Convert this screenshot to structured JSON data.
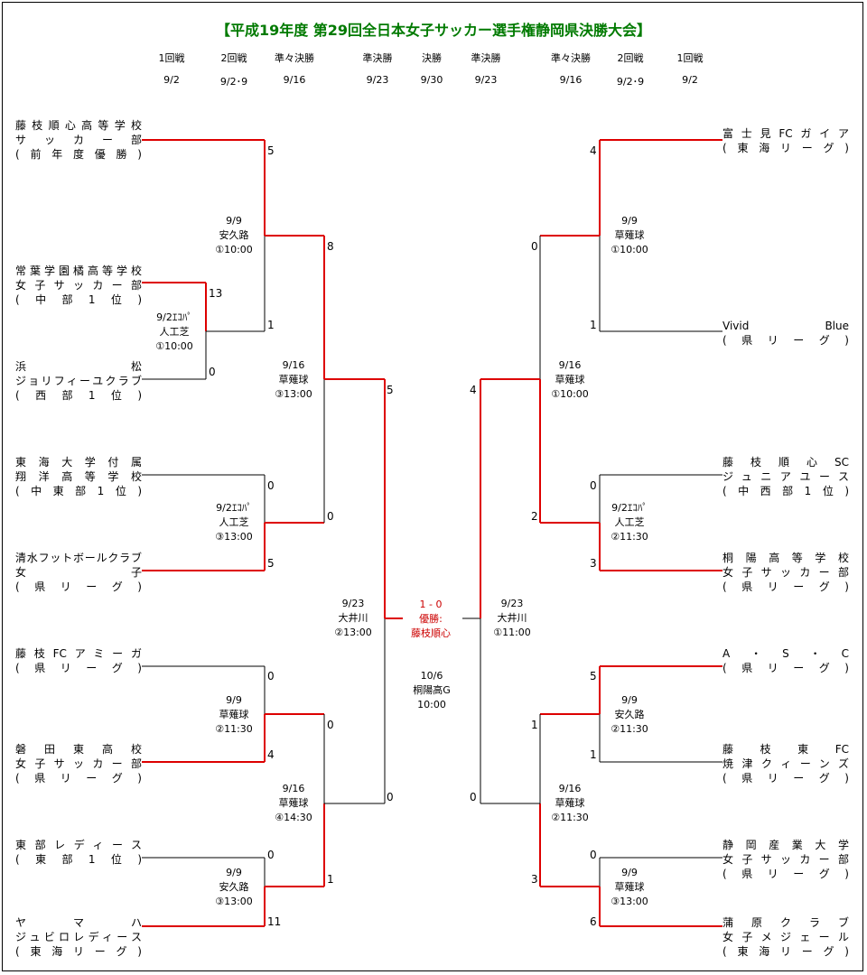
{
  "title": "【平成19年度 第29回全日本女子サッカー選手権静岡県決勝大会】",
  "colors": {
    "title": "#007a00",
    "winner_line": "#dd0000",
    "line": "#000000",
    "result": "#cc0000"
  },
  "rounds": [
    {
      "label": "1回戦",
      "date": "9/2"
    },
    {
      "label": "2回戦",
      "date": "9/2･9"
    },
    {
      "label": "準々決勝",
      "date": "9/16"
    },
    {
      "label": "準決勝",
      "date": "9/23"
    },
    {
      "label": "決勝",
      "date": "9/30"
    },
    {
      "label": "準決勝",
      "date": "9/23"
    },
    {
      "label": "準々決勝",
      "date": "9/16"
    },
    {
      "label": "2回戦",
      "date": "9/2･9"
    },
    {
      "label": "1回戦",
      "date": "9/2"
    }
  ],
  "teams_left": [
    [
      "藤枝順心高等学校",
      "サッカー部",
      "(前年度優勝)"
    ],
    [
      "常葉学園橘高等学校",
      "女子サッカー部",
      "(中部1位)"
    ],
    [
      "浜松",
      "ジョリフィーユクラブ",
      "(西部1位)"
    ],
    [
      "東海大学付属",
      "翔洋高等学校",
      "(中東部1位)"
    ],
    [
      "清水フットボールクラブ",
      "女子",
      "(県リーグ)"
    ],
    [
      "藤枝FCアミーガ",
      "(県リーグ)"
    ],
    [
      "磐田東高校",
      "女子サッカー部",
      "(県リーグ)"
    ],
    [
      "東部レディース",
      "(東部1位)"
    ],
    [
      "ヤマハ",
      "ジュビロレディース",
      "(東海リーグ)"
    ]
  ],
  "teams_right": [
    [
      "富士見FCガイア",
      "(東海リーグ)"
    ],
    [
      "Vivid Blue",
      "(県リーグ)"
    ],
    [
      "藤枝順心SC",
      "ジュニアユース",
      "(中西部1位)"
    ],
    [
      "桐陽高等学校",
      "女子サッカー部",
      "(県リーグ)"
    ],
    [
      "A・S・C",
      "(県リーグ)"
    ],
    [
      "藤枝東FC",
      "焼津クィーンズ",
      "(県リーグ)"
    ],
    [
      "静岡産業大学",
      "女子サッカー部",
      "(県リーグ)"
    ],
    [
      "蒲原クラブ",
      "女子メジェール",
      "(東海リーグ)"
    ]
  ],
  "scores_left": {
    "r1": [
      "13",
      "0"
    ],
    "r2": [
      "5",
      "1",
      "0",
      "5",
      "0",
      "4",
      "0",
      "11"
    ],
    "qf": [
      "8",
      "0",
      "0",
      "1"
    ],
    "sf": [
      "5",
      "0"
    ]
  },
  "scores_right": {
    "r2": [
      "4",
      "1",
      "0",
      "3",
      "5",
      "1",
      "0",
      "6"
    ],
    "qf": [
      "0",
      "2",
      "1",
      "3"
    ],
    "sf": [
      "4",
      "0"
    ]
  },
  "matches_left": [
    [
      "9/2ｴｺﾊﾟ",
      "人工芝",
      "①10:00"
    ],
    [
      "9/9",
      "安久路",
      "①10:00"
    ],
    [
      "9/2ｴｺﾊﾟ",
      "人工芝",
      "③13:00"
    ],
    [
      "9/9",
      "草薙球",
      "②11:30"
    ],
    [
      "9/9",
      "安久路",
      "③13:00"
    ],
    [
      "9/16",
      "草薙球",
      "③13:00"
    ],
    [
      "9/16",
      "草薙球",
      "④14:30"
    ],
    [
      "9/23",
      "大井川",
      "②13:00"
    ]
  ],
  "matches_right": [
    [
      "9/9",
      "草薙球",
      "①10:00"
    ],
    [
      "9/2ｴｺﾊﾟ",
      "人工芝",
      "②11:30"
    ],
    [
      "9/9",
      "安久路",
      "②11:30"
    ],
    [
      "9/9",
      "草薙球",
      "③13:00"
    ],
    [
      "9/16",
      "草薙球",
      "①10:00"
    ],
    [
      "9/16",
      "草薙球",
      "②11:30"
    ],
    [
      "9/23",
      "大井川",
      "①11:00"
    ]
  ],
  "final": {
    "score": "1 - 0",
    "winner_label": "優勝:",
    "winner": "藤枝順心",
    "date": "10/6",
    "venue": "桐陽高G",
    "time": "10:00"
  }
}
